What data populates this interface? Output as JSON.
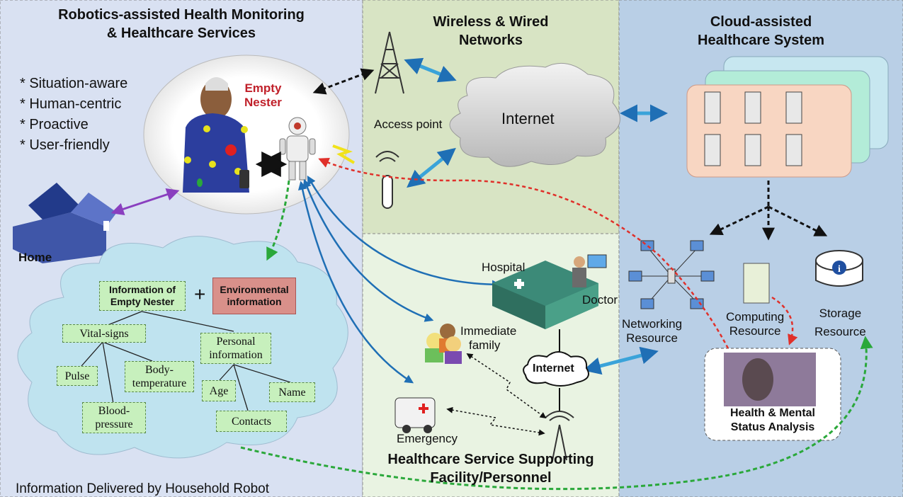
{
  "sections": {
    "robotics": {
      "line1": "Robotics-assisted Health Monitoring",
      "line2": "& Healthcare Services"
    },
    "networks": {
      "line1": "Wireless & Wired",
      "line2": "Networks"
    },
    "cloud": {
      "line1": "Cloud-assisted",
      "line2": "Healthcare System"
    },
    "facility": {
      "line1": "Healthcare Service Supporting",
      "line2": "Facility/Personnel"
    }
  },
  "features": [
    "* Situation-aware",
    "* Human-centric",
    "* Proactive",
    "* User-friendly"
  ],
  "labels": {
    "empty_nester_1": "Empty",
    "empty_nester_2": "Nester",
    "home": "Home",
    "access_point": "Access point",
    "internet_main": "Internet",
    "internet_small": "Internet",
    "hospital": "Hospital",
    "doctor": "Doctor",
    "immediate_family_1": "Immediate",
    "immediate_family_2": "family",
    "emergency": "Emergency",
    "networking_resource_1": "Networking",
    "networking_resource_2": "Resource",
    "computing_resource_1": "Computing",
    "computing_resource_2": "Resource",
    "storage_resource_1": "Storage",
    "storage_resource_2": "Resource",
    "analysis_1": "Health & Mental",
    "analysis_2": "Status Analysis",
    "footer": "Information Delivered by Household Robot"
  },
  "info_tree": {
    "info_nester_1": "Information of",
    "info_nester_2": "Empty Nester",
    "plus": "+",
    "env_1": "Environmental",
    "env_2": "information",
    "vital_signs": "Vital-signs",
    "personal_1": "Personal",
    "personal_2": "information",
    "pulse": "Pulse",
    "body_temp_1": "Body-",
    "body_temp_2": "temperature",
    "blood_1": "Blood-",
    "blood_2": "pressure",
    "age": "Age",
    "name": "Name",
    "contacts": "Contacts"
  },
  "colors": {
    "left_panel": "#d9e1f2",
    "network_panel": "#d8e4c4",
    "facility_panel": "#e9f3e2",
    "cloud_panel": "#b9cfe6",
    "arrow_blue": "#3aa3d9",
    "arrow_red": "#e0302a",
    "arrow_green": "#2aa83a",
    "arrow_purple": "#8a3fbf",
    "env_box": "#d9908a"
  }
}
